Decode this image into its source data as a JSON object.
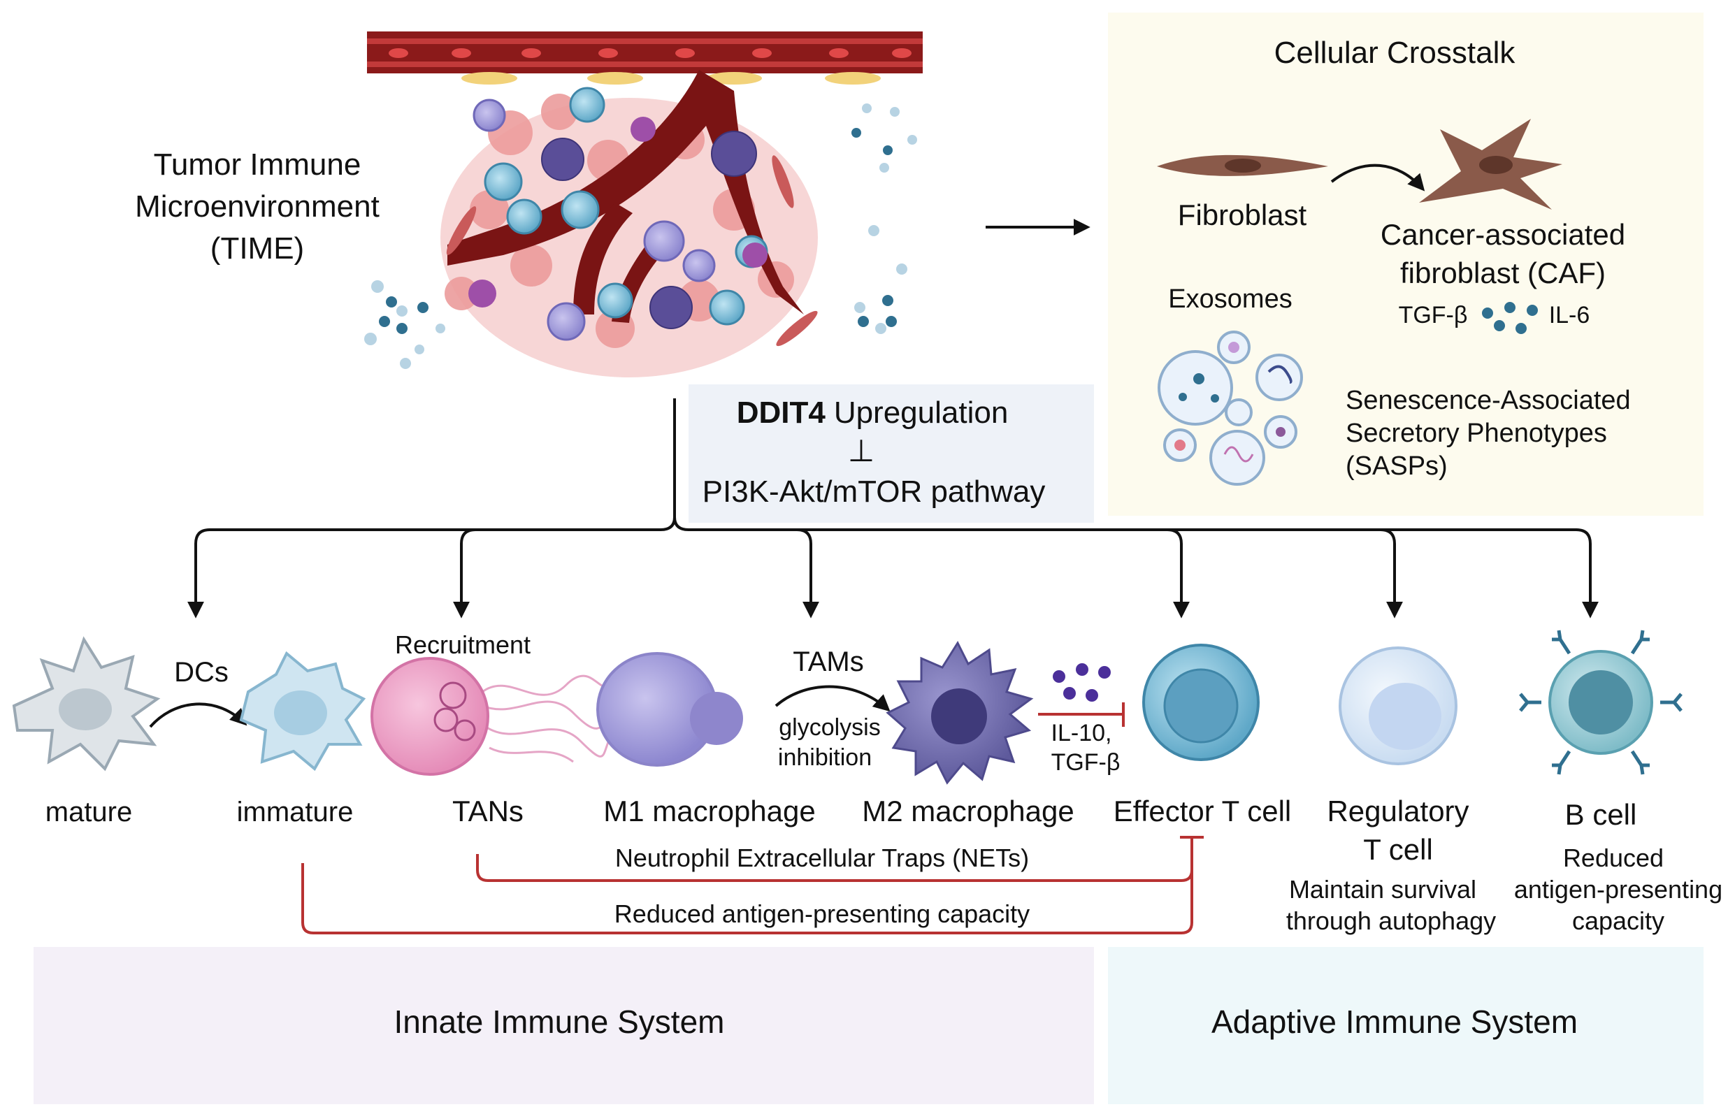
{
  "time": {
    "line1": "Tumor Immune",
    "line2": "Microenvironment",
    "line3": "(TIME)"
  },
  "crosstalk": {
    "title": "Cellular Crosstalk",
    "fibroblast": "Fibroblast",
    "caf_line1": "Cancer-associated",
    "caf_line2": "fibroblast (CAF)",
    "tgf": "TGF-β",
    "il6": "IL-6",
    "exosomes": "Exosomes",
    "sasp_line1": "Senescence-Associated",
    "sasp_line2": "Secretory Phenotypes",
    "sasp_line3": "(SASPs)"
  },
  "center": {
    "gene": "DDIT4",
    "upregulation": "Upregulation",
    "inhibit_symbol": "⊥",
    "pathway": "PI3K-Akt/mTOR pathway"
  },
  "cells": {
    "dcs": "DCs",
    "mature": "mature",
    "immature": "immature",
    "recruitment": "Recruitment",
    "tans": "TANs",
    "tams": "TAMs",
    "glyco_line1": "glycolysis",
    "glyco_line2": "inhibition",
    "m1": "M1 macrophage",
    "m2": "M2 macrophage",
    "il10_line1": "IL-10,",
    "il10_line2": "TGF-β",
    "effector": "Effector T cell",
    "treg_line1": "Regulatory",
    "treg_line2": "T cell",
    "treg_note1": "Maintain survival",
    "treg_note2": "through autophagy",
    "bcell": "B cell",
    "bcell_note1": "Reduced",
    "bcell_note2": "antigen-presenting",
    "bcell_note3": "capacity"
  },
  "links": {
    "nets": "Neutrophil Extracellular Traps (NETs)",
    "reduced": "Reduced antigen-presenting capacity"
  },
  "systems": {
    "innate": "Innate Immune System",
    "adaptive": "Adaptive Immune System"
  },
  "colors": {
    "vessel": "#8b1a1a",
    "inhibit_red": "#b83232",
    "innate_bg": "#f4f0f8",
    "adaptive_bg": "#eef8fa",
    "crosstalk_bg": "#fdfbee",
    "center_bg": "#eef2f8"
  }
}
